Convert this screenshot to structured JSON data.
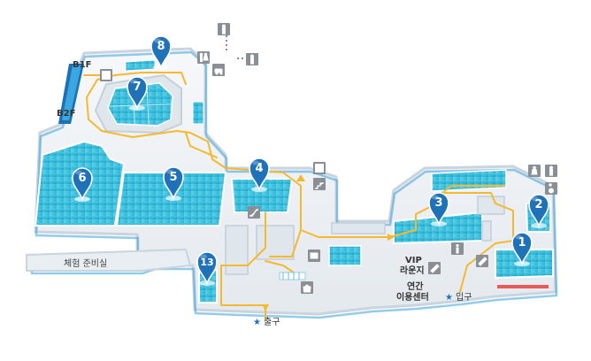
{
  "floor_labels": {
    "b1f": "B1F",
    "b2f": "B2F"
  },
  "labels": {
    "prep_room": "체험 준비실",
    "exit": "출구",
    "entrance": "입구",
    "vip_line1": "VIP",
    "vip_line2": "라운지",
    "annual_line1": "연간",
    "annual_line2": "이용센터"
  },
  "star": "★",
  "pins": [
    {
      "id": "1",
      "label": "1"
    },
    {
      "id": "2",
      "label": "2"
    },
    {
      "id": "3",
      "label": "3"
    },
    {
      "id": "4",
      "label": "4"
    },
    {
      "id": "5",
      "label": "5"
    },
    {
      "id": "6",
      "label": "6"
    },
    {
      "id": "7",
      "label": "7"
    },
    {
      "id": "8",
      "label": "8"
    },
    {
      "id": "13",
      "label": "13"
    }
  ],
  "colors": {
    "floor": "#eef1f4",
    "wall": "#cfd8e0",
    "edge": "#3aa0d8",
    "water": "#35c0dd",
    "water_dark": "#1f9fc4",
    "route": "#f5b82e",
    "pin": "#1f72b8",
    "icon": "#8a8f96"
  },
  "icons": [
    "person-icon",
    "toilet-icon",
    "baby-icon",
    "elevator-icon",
    "escalator-icon",
    "info-icon",
    "shop-icon",
    "stairs-icon",
    "locker-icon",
    "wheelchair-icon",
    "accessible-toilet-icon"
  ]
}
